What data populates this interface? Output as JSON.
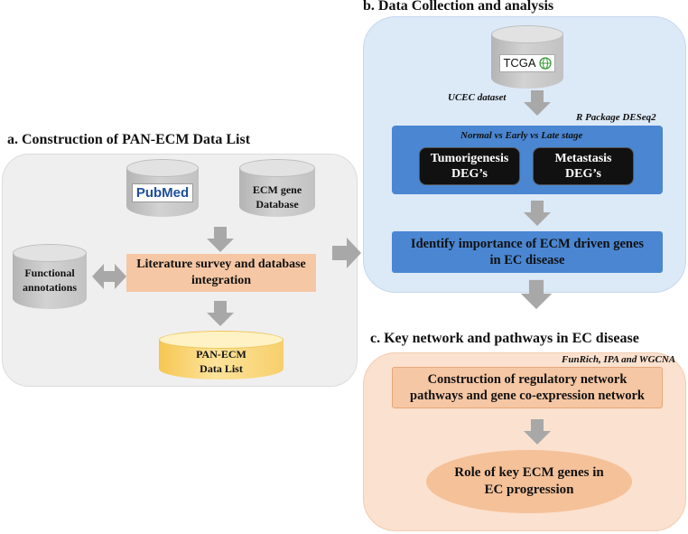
{
  "section_a": {
    "title": "a. Construction of PAN-ECM Data List",
    "pubmed_logo": "PubMed",
    "ecm_db": [
      "ECM gene",
      "Database"
    ],
    "functional": [
      "Functional",
      "annotations"
    ],
    "lit_survey": [
      "Literature survey and database",
      "integration"
    ],
    "pan_ecm": [
      "PAN-ECM",
      "Data List"
    ]
  },
  "section_b": {
    "title": "b. Data Collection and analysis",
    "tcga_logo": "TCGA",
    "dataset_label": "UCEC dataset",
    "package_label": "R Package DESeq2",
    "stage_label": "Normal vs Early vs Late stage",
    "tumorigenesis": [
      "Tumorigenesis",
      "DEG’s"
    ],
    "metastasis": [
      "Metastasis",
      "DEG’s"
    ],
    "identify": [
      "Identify importance of ECM driven genes",
      "in EC disease"
    ]
  },
  "section_c": {
    "title": "c. Key network and pathways in EC disease",
    "tools_label": "FunRich, IPA and WGCNA",
    "construction": [
      "Construction of regulatory network",
      "pathways and gene co-expression network"
    ],
    "role": [
      "Role of key ECM genes in",
      "EC progression"
    ]
  },
  "colors": {
    "panel_a": "#efefef",
    "panel_b": "#dce9f7",
    "panel_c": "#fbe1cf",
    "blue_box": "#4a86d2",
    "peach_box": "#f6c7a4",
    "arrow": "#a8a8a8",
    "gold_cylinder": "#f9d56e"
  }
}
